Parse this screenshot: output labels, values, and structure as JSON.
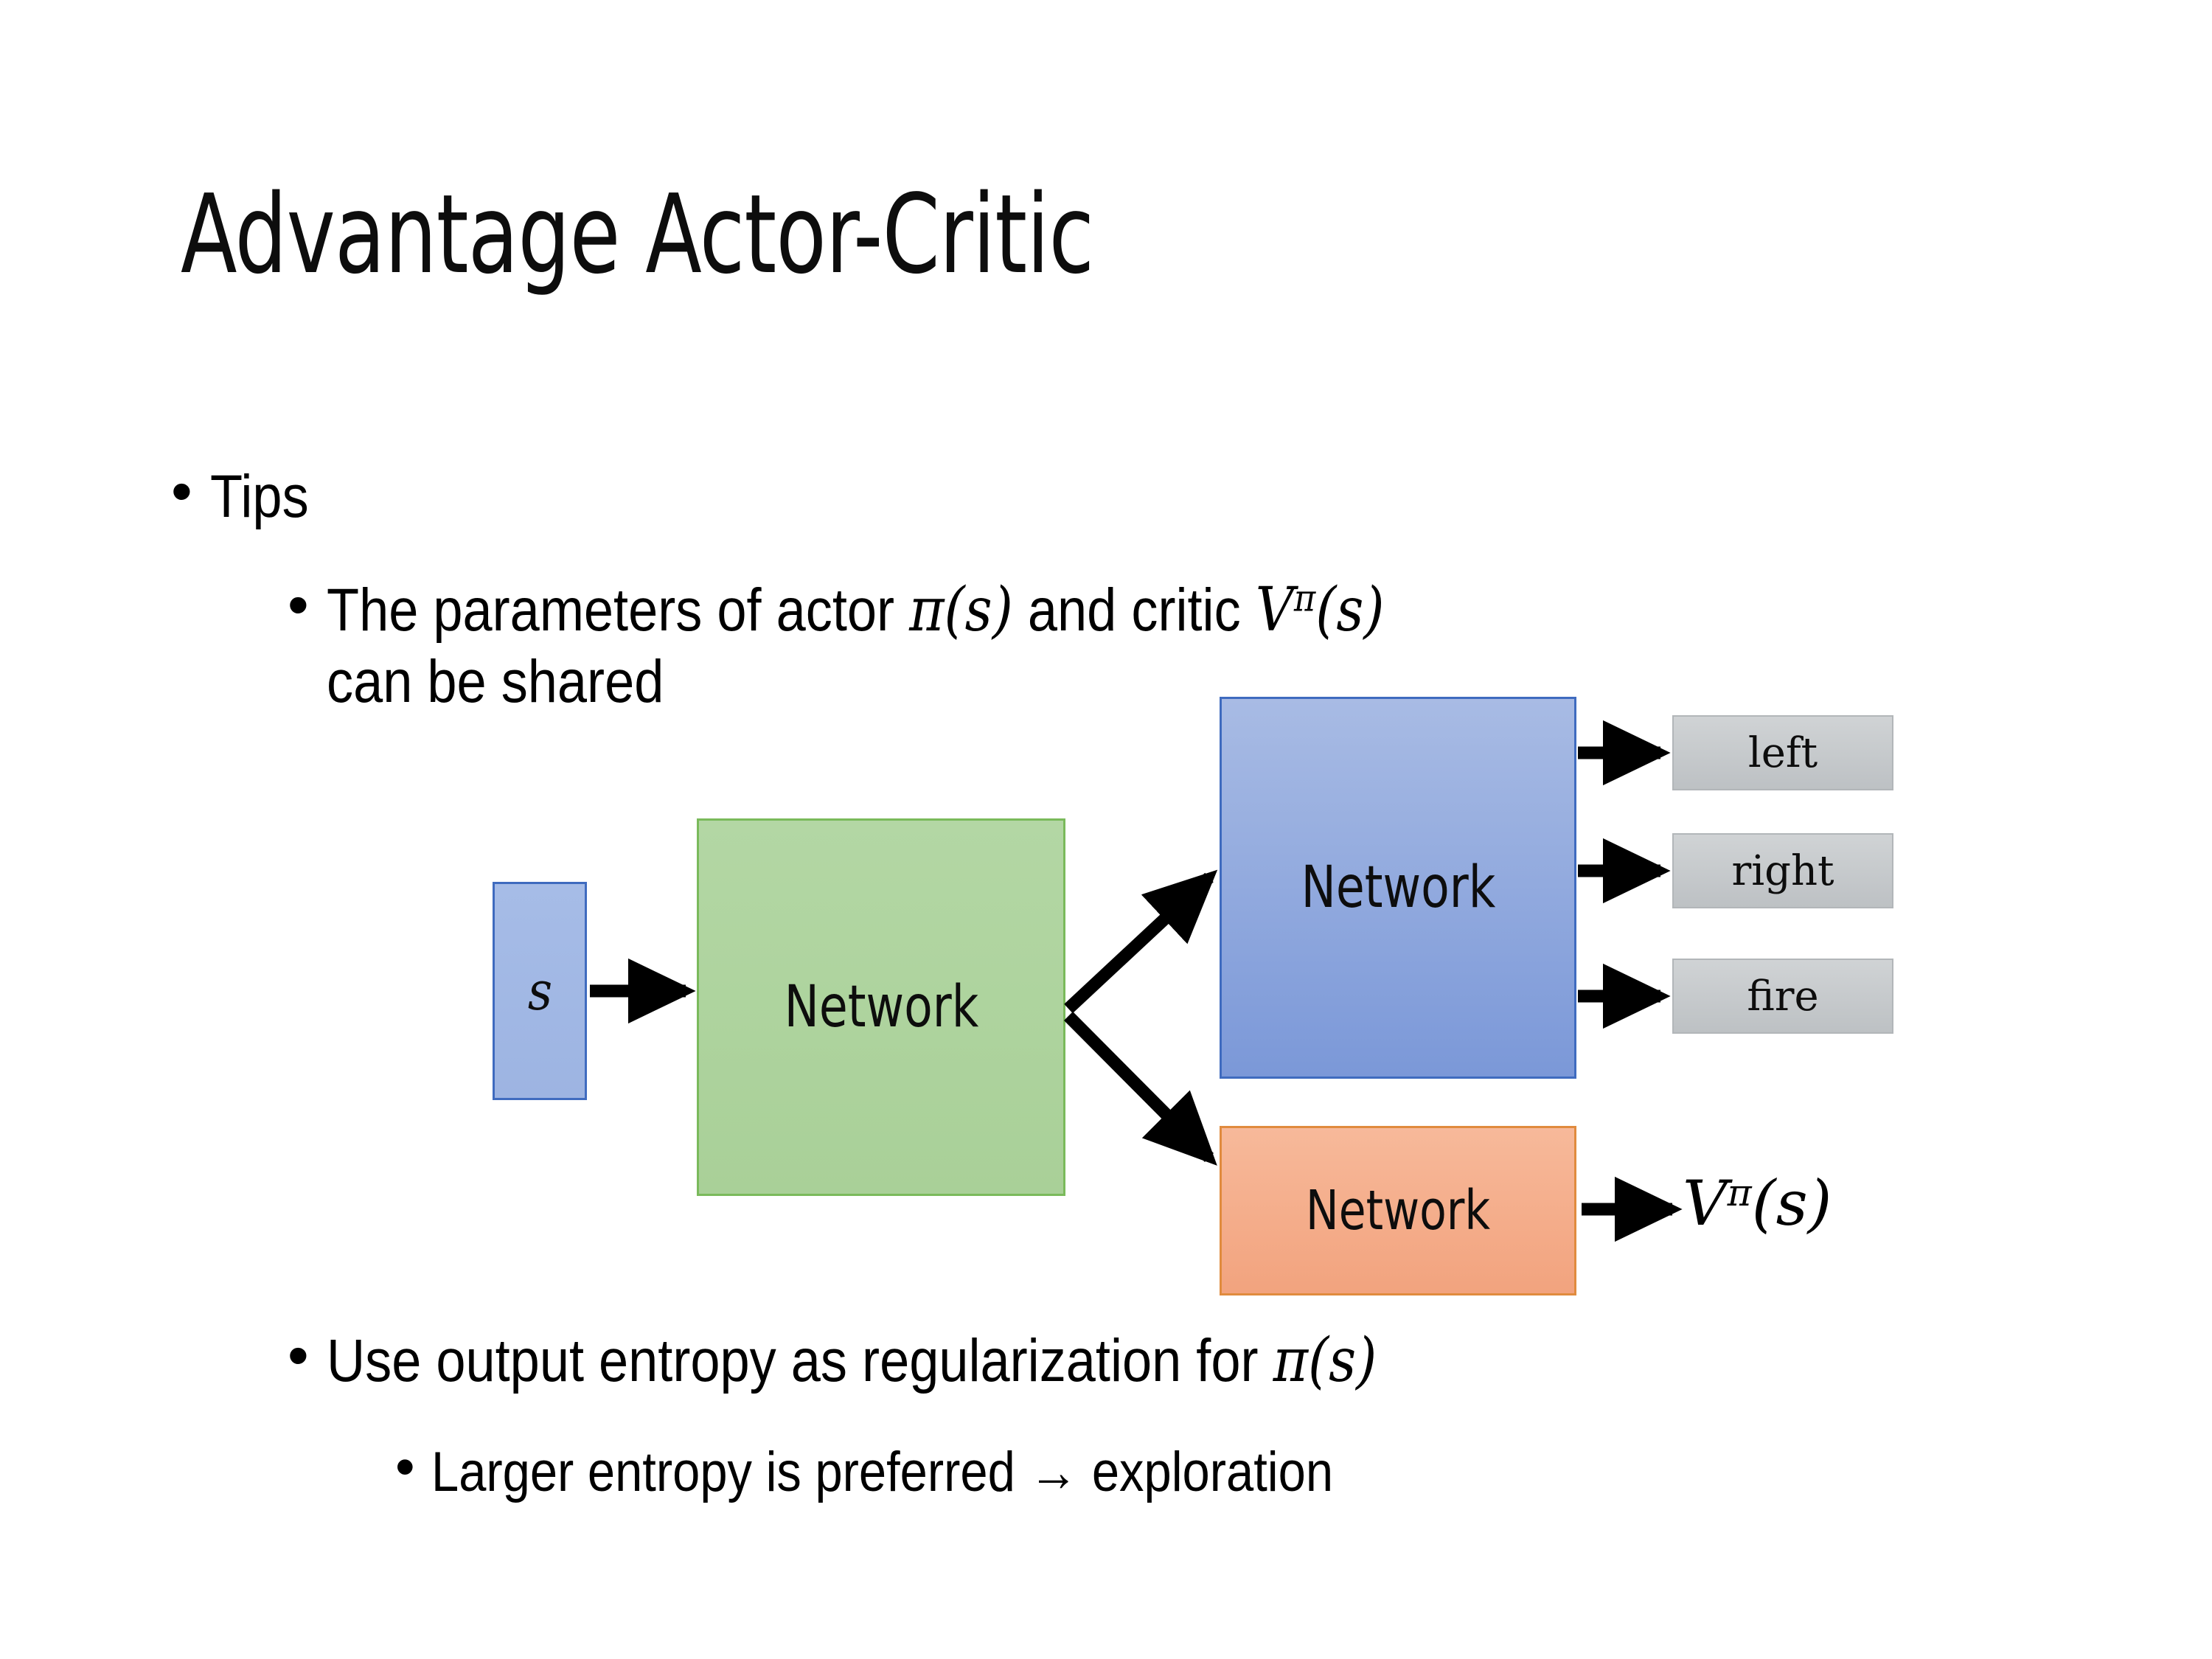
{
  "slide": {
    "title": "Advantage Actor-Critic",
    "background_color": "#FFFFFF"
  },
  "bullets": {
    "tips": {
      "marker": "•",
      "label": "Tips"
    },
    "shared_params": {
      "marker": "•",
      "line1_prefix": "The parameters of actor ",
      "math_actor": "π(s)",
      "line1_middle": "  and critic ",
      "math_critic_base": "V",
      "math_critic_sup": "π",
      "math_critic_arg": "(s)",
      "line2": "can be shared"
    },
    "entropy": {
      "marker": "•",
      "prefix": "Use output entropy as regularization for ",
      "math": "π(s)"
    },
    "exploration": {
      "marker": "•",
      "label": "Larger entropy is preferred → exploration"
    }
  },
  "diagram": {
    "input_box": {
      "label": "s",
      "fill_color": "#9DB4E2",
      "border_color": "#3F6BBF"
    },
    "shared_network": {
      "label": "Network",
      "fill_color": "#AED49E",
      "border_color": "#7ABA5B"
    },
    "actor_network": {
      "label": "Network",
      "fill_color": "#93A9DE",
      "border_color": "#3F6BBF"
    },
    "critic_network": {
      "label": "Network",
      "fill_color": "#F4AB88",
      "border_color": "#E08B3E"
    },
    "actions": [
      {
        "label": "left",
        "fill_color": "#C6C9CB",
        "border_color": "#B2B6B9"
      },
      {
        "label": "right",
        "fill_color": "#C6C9CB",
        "border_color": "#B2B6B9"
      },
      {
        "label": "fire",
        "fill_color": "#C6C9CB",
        "border_color": "#B2B6B9"
      }
    ],
    "value_output": {
      "base": "V",
      "superscript": "π",
      "argument": "(s)"
    },
    "arrow_color": "#000000"
  }
}
